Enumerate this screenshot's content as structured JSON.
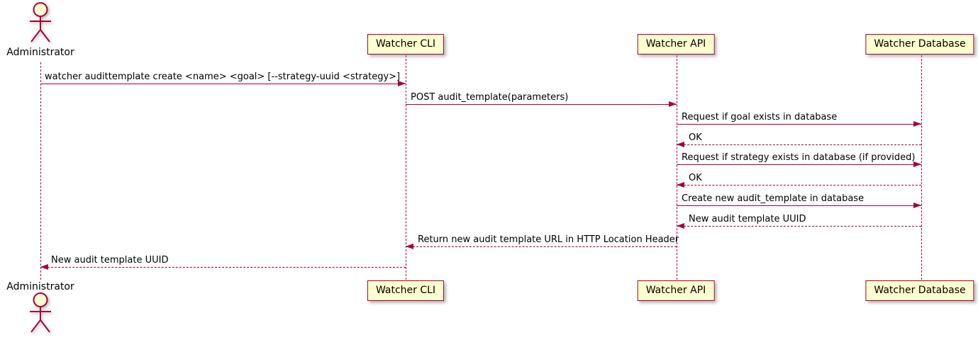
{
  "diagram": {
    "type": "sequence",
    "actor": {
      "name": "Administrator"
    },
    "participants": [
      {
        "label": "Watcher CLI"
      },
      {
        "label": "Watcher API"
      },
      {
        "label": "Watcher Database"
      }
    ],
    "messages": [
      {
        "from": "Administrator",
        "to": "Watcher CLI",
        "style": "solid",
        "label": "watcher audittemplate create <name> <goal> [--strategy-uuid <strategy>]"
      },
      {
        "from": "Watcher CLI",
        "to": "Watcher API",
        "style": "solid",
        "label": "POST audit_template(parameters)"
      },
      {
        "from": "Watcher API",
        "to": "Watcher Database",
        "style": "solid",
        "label": "Request if goal exists in database"
      },
      {
        "from": "Watcher Database",
        "to": "Watcher API",
        "style": "dashed",
        "label": "OK"
      },
      {
        "from": "Watcher API",
        "to": "Watcher Database",
        "style": "solid",
        "label": "Request if strategy exists in database (if provided)"
      },
      {
        "from": "Watcher Database",
        "to": "Watcher API",
        "style": "dashed",
        "label": "OK"
      },
      {
        "from": "Watcher API",
        "to": "Watcher Database",
        "style": "solid",
        "label": "Create new audit_template in database"
      },
      {
        "from": "Watcher Database",
        "to": "Watcher API",
        "style": "dashed",
        "label": "New audit template UUID"
      },
      {
        "from": "Watcher API",
        "to": "Watcher CLI",
        "style": "dashed",
        "label": "Return new audit template URL in HTTP Location Header"
      },
      {
        "from": "Watcher CLI",
        "to": "Administrator",
        "style": "dashed",
        "label": "New audit template UUID"
      }
    ],
    "colors": {
      "line": "#A80036",
      "participant_fill": "#FEFECE",
      "text": "#000000",
      "background": "#FFFFFF"
    }
  }
}
